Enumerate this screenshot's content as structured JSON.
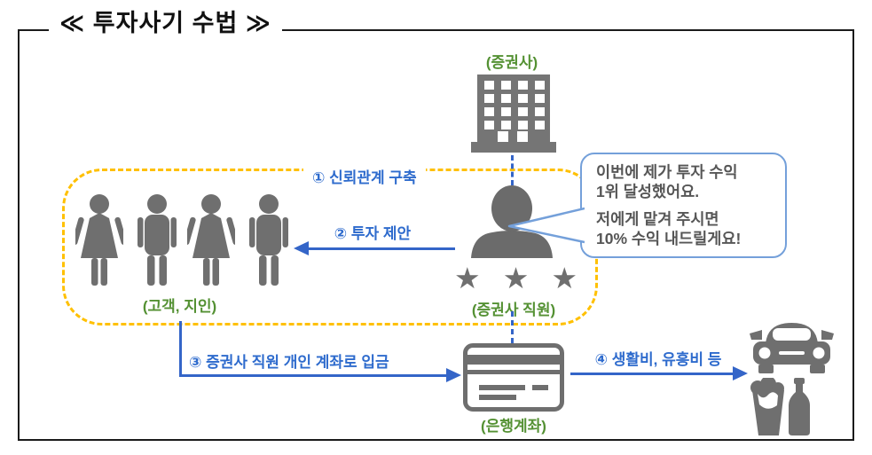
{
  "title": "≪ 투자사기 수법 ≫",
  "nodes": {
    "securities_firm": {
      "label": "(증권사)",
      "icon": "building-icon"
    },
    "employee": {
      "label": "(증권사 직원)",
      "icon": "person-bust-icon",
      "stars": "★ ★ ★",
      "star_count": 3
    },
    "customers": {
      "label": "(고객, 지인)",
      "icons": [
        "woman-icon",
        "man-icon",
        "woman-icon",
        "man-icon"
      ]
    },
    "bank_account": {
      "label": "(은행계좌)",
      "icon": "credit-card-icon"
    },
    "spending": {
      "icons": [
        "car-icon",
        "beer-and-bottle-icon"
      ]
    }
  },
  "steps": [
    {
      "label": "① 신뢰관계 구축"
    },
    {
      "label": "② 투자 제안"
    },
    {
      "label": "③ 증권사 직원 개인 계좌로 입금"
    },
    {
      "label": "④ 생활비, 유흥비 등"
    }
  ],
  "speech_bubble": {
    "p1l1": "이번에 제가 투자 수익",
    "p1l2": "1위 달성했어요.",
    "p2l1": "저에게 맡겨 주시면",
    "p2l2": "10% 수익 내드릴게요!"
  },
  "colors": {
    "step_blue": "#3465c8",
    "boundary_yellow": "#FFC000",
    "label_green": "#549133",
    "icon_gray": "#6f6f6f",
    "bubble_border_blue": "#74a0da",
    "bubble_text_gray": "#565656",
    "frame_black": "#1b1b1b"
  }
}
